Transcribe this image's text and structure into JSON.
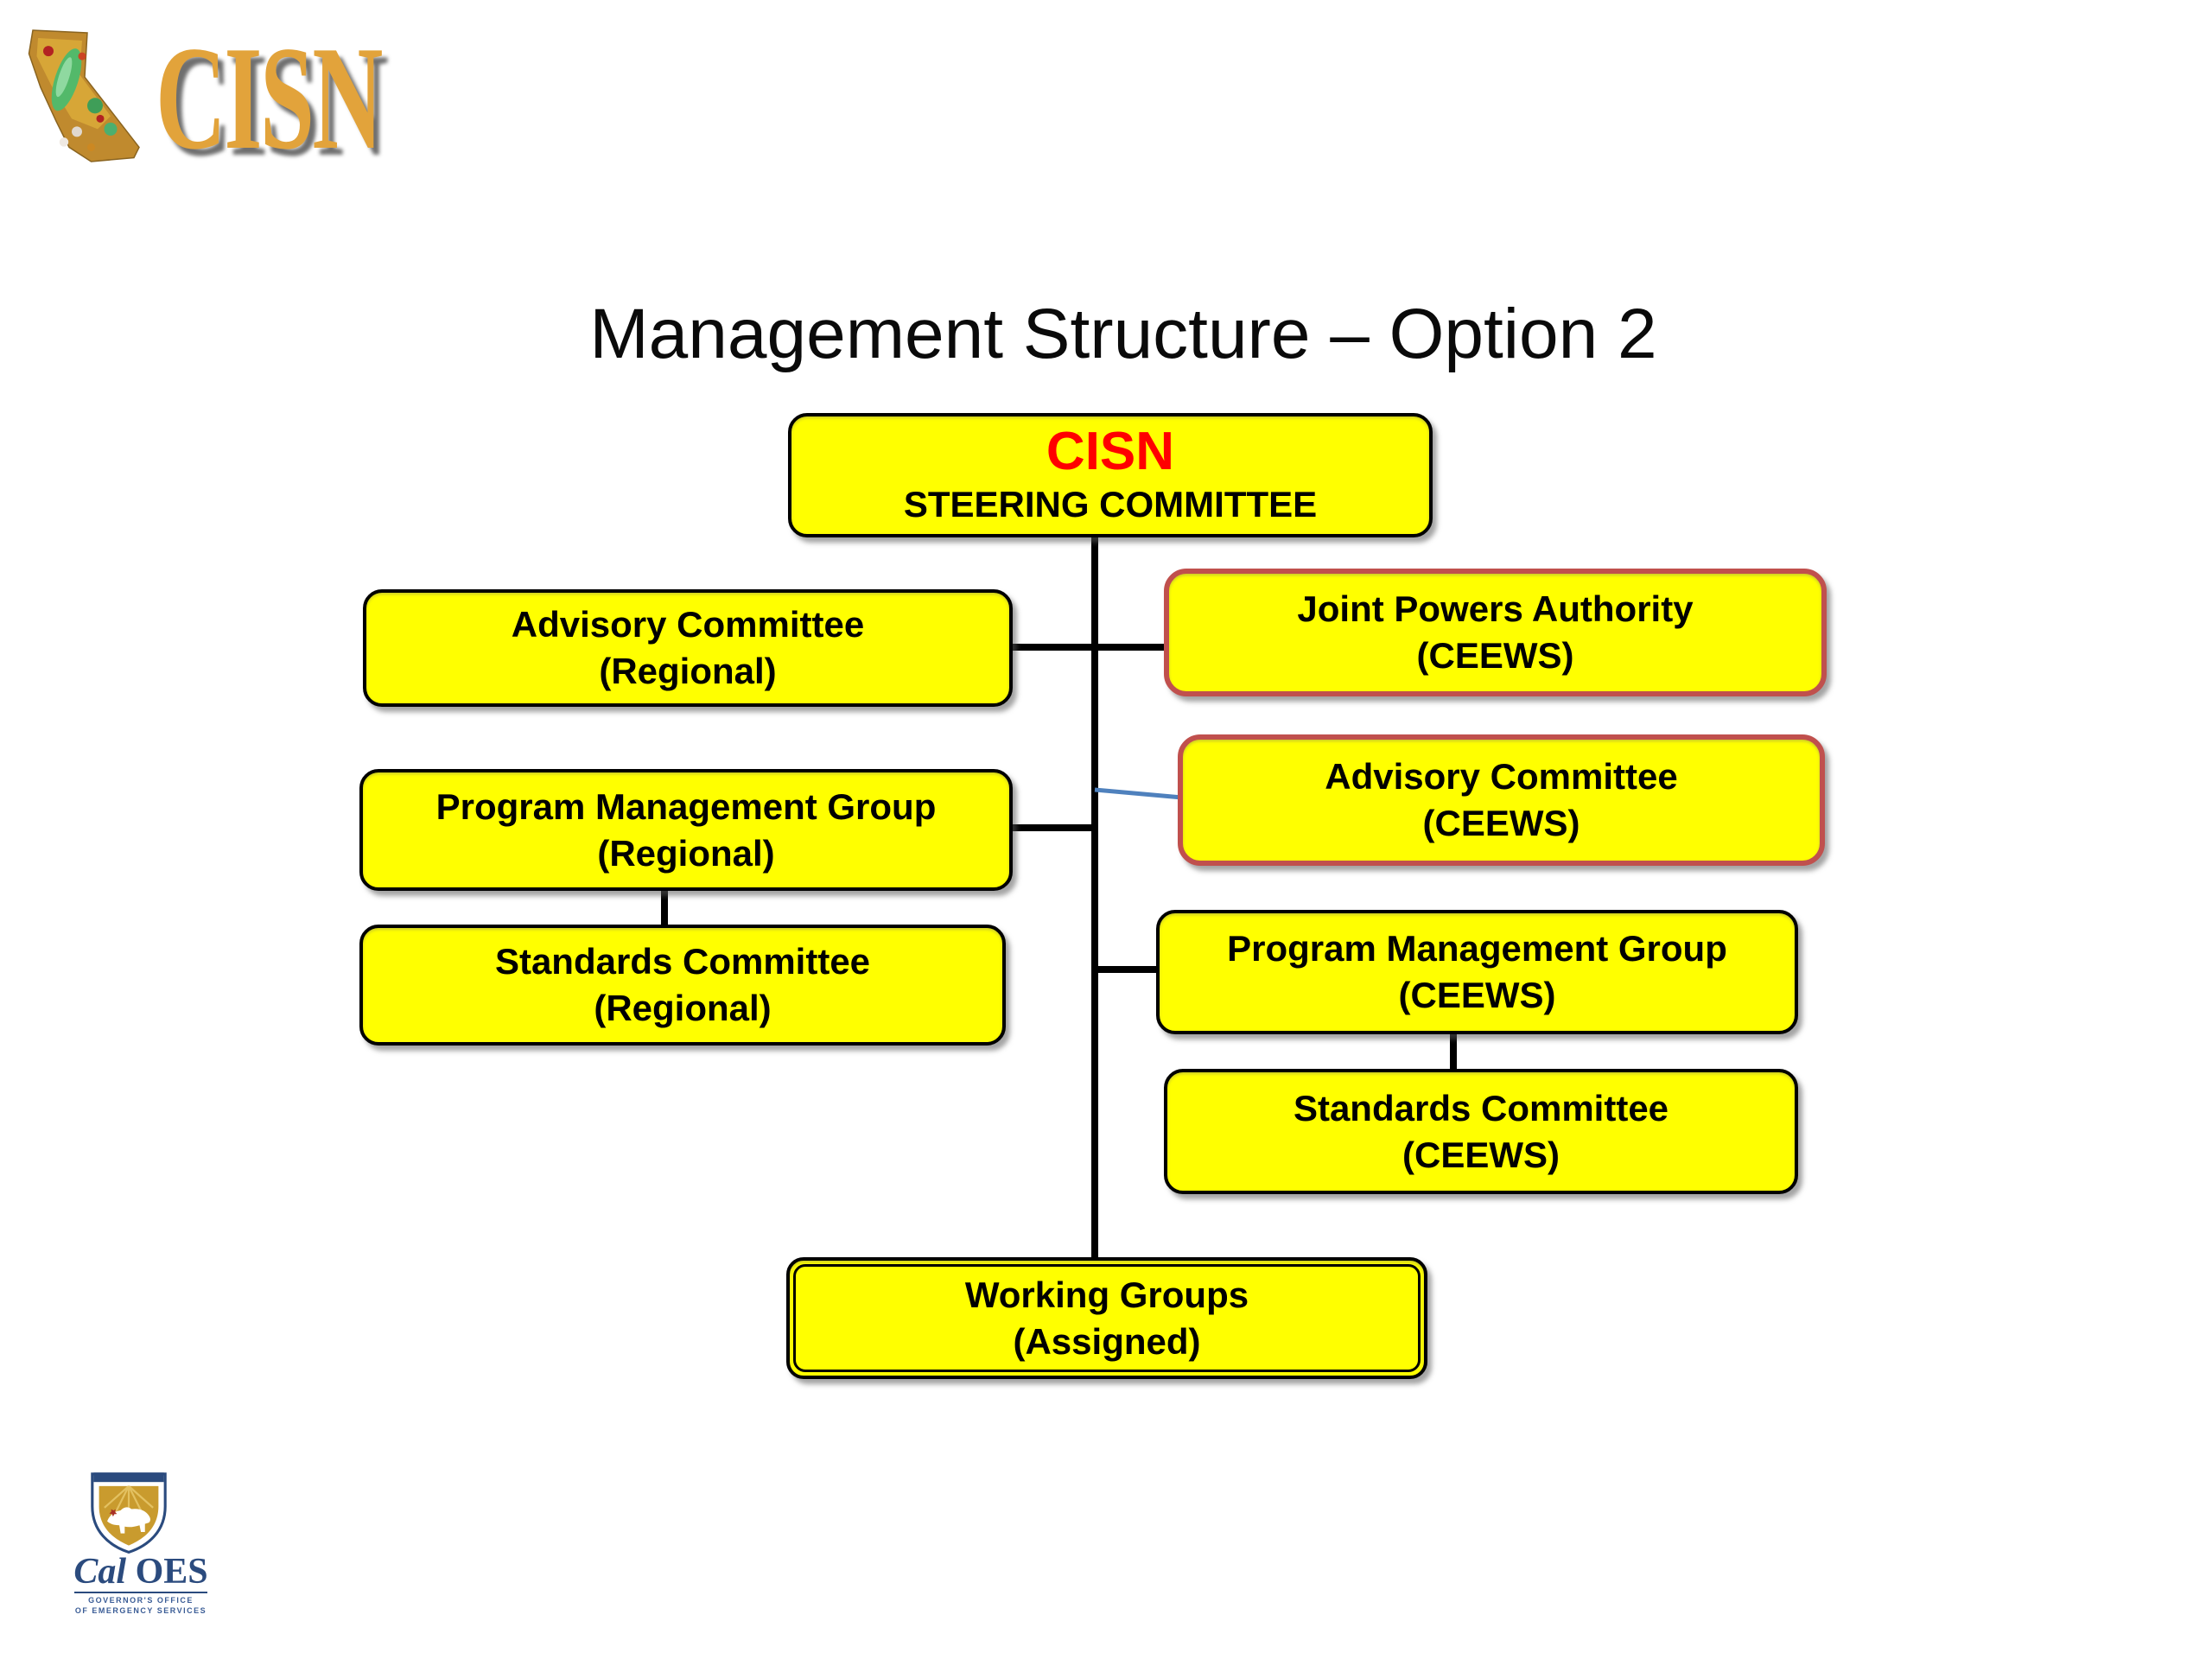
{
  "title": "Management Structure – Option 2",
  "header": {
    "cisn_logo_text": "CISN"
  },
  "org_chart": {
    "nodes": [
      {
        "id": "cisn-steering-committee",
        "line1": "CISN",
        "line2": "STEERING COMMITTEE",
        "border": "black",
        "title_color": "#ff0000"
      },
      {
        "id": "advisory-committee-regional",
        "line1": "Advisory Committee",
        "line2": "(Regional)",
        "border": "black"
      },
      {
        "id": "joint-powers-authority-ceews",
        "line1": "Joint Powers Authority",
        "line2": "(CEEWS)",
        "border": "red"
      },
      {
        "id": "program-management-group-regional",
        "line1": "Program Management Group",
        "line2": "(Regional)",
        "border": "black"
      },
      {
        "id": "advisory-committee-ceews",
        "line1": "Advisory Committee",
        "line2": "(CEEWS)",
        "border": "red"
      },
      {
        "id": "standards-committee-regional",
        "line1": "Standards Committee",
        "line2": "(Regional)",
        "border": "black"
      },
      {
        "id": "program-management-group-ceews",
        "line1": "Program Management Group",
        "line2": "(CEEWS)",
        "border": "black"
      },
      {
        "id": "standards-committee-ceews",
        "line1": "Standards Committee",
        "line2": "(CEEWS)",
        "border": "black"
      },
      {
        "id": "working-groups-assigned",
        "line1": "Working Groups",
        "line2": "(Assigned)",
        "border": "double"
      }
    ]
  },
  "footer_logo": {
    "cal": "Cal",
    "oes": "OES",
    "line1": "GOVERNOR'S OFFICE",
    "line2": "OF EMERGENCY SERVICES"
  },
  "colors": {
    "background": "#ffffff",
    "box_fill": "#ffff00",
    "box_border_black": "#000000",
    "box_border_red": "#c0504d",
    "connector_black": "#000000",
    "connector_blue": "#4f81bd",
    "steering_title_red": "#ff0000",
    "title_text": "#0a0a0a",
    "cisn_logo_gold": "#e2a33b",
    "caloes_navy": "#2b4b7e"
  }
}
